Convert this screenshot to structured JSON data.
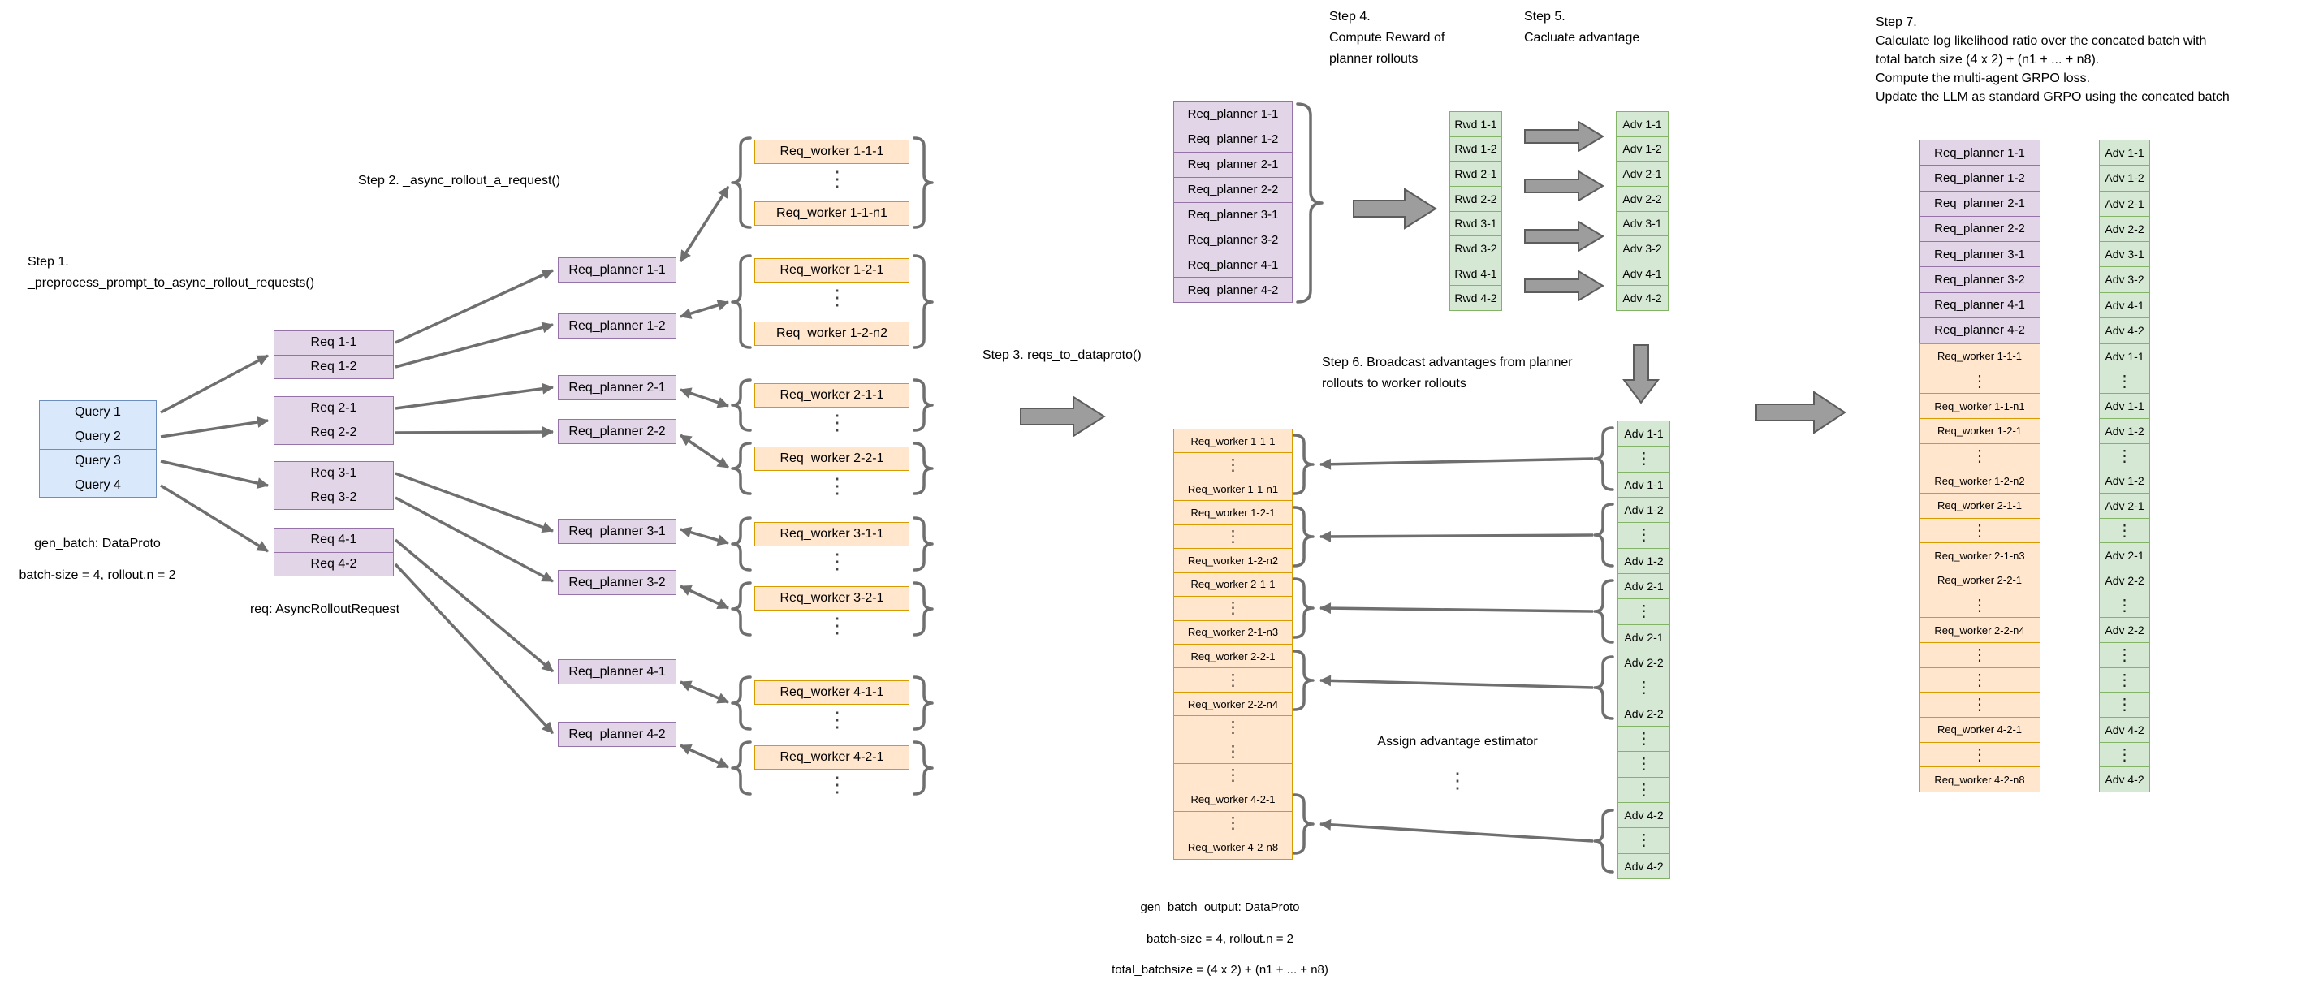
{
  "glyphs": {
    "vdots": "⋮"
  },
  "colors": {
    "query_fill": "#dae8fc",
    "query_stroke": "#6c8ebf",
    "planner_fill": "#e1d5e7",
    "planner_stroke": "#9673a6",
    "worker_fill": "#ffe6cc",
    "worker_stroke": "#d79b00",
    "advantage_fill": "#d5e8d4",
    "advantage_stroke": "#82b366",
    "arrow": "#6f6f6f"
  },
  "left": {
    "step1_lines": [
      "Step 1.",
      "_preprocess_prompt_to_async_rollout_requests()"
    ],
    "step2_label": "Step 2. _async_rollout_a_request()",
    "queries": [
      "Query 1",
      "Query 2",
      "Query 3",
      "Query 4"
    ],
    "gen_batch_label": "gen_batch: DataProto",
    "batch_size_label": "batch-size = 4, rollout.n = 2",
    "req_type_label": "req: AsyncRolloutRequest",
    "req_pairs": [
      [
        "Req 1-1",
        "Req 1-2"
      ],
      [
        "Req 2-1",
        "Req 2-2"
      ],
      [
        "Req 3-1",
        "Req 3-2"
      ],
      [
        "Req 4-1",
        "Req 4-2"
      ]
    ],
    "planners": [
      "Req_planner 1-1",
      "Req_planner 1-2",
      "Req_planner 2-1",
      "Req_planner 2-2",
      "Req_planner 3-1",
      "Req_planner 3-2",
      "Req_planner 4-1",
      "Req_planner 4-2"
    ],
    "worker_groups": [
      {
        "first": "Req_worker 1-1-1",
        "last": "Req_worker 1-1-n1"
      },
      {
        "first": "Req_worker 1-2-1",
        "last": "Req_worker 1-2-n2"
      },
      {
        "first": "Req_worker 2-1-1"
      },
      {
        "first": "Req_worker 2-2-1"
      },
      {
        "first": "Req_worker 3-1-1"
      },
      {
        "first": "Req_worker 3-2-1"
      },
      {
        "first": "Req_worker 4-1-1"
      },
      {
        "first": "Req_worker 4-2-1"
      }
    ]
  },
  "mid": {
    "step3_label": "Step 3. reqs_to_dataproto()",
    "step4_lines": [
      "Step 4.",
      "Compute Reward of",
      "planner rollouts"
    ],
    "step5_lines": [
      "Step 5.",
      "Cacluate advantage"
    ],
    "step6_lines": [
      "Step 6. Broadcast advantages from planner",
      "rollouts to worker rollouts"
    ],
    "planner_rows": [
      "Req_planner 1-1",
      "Req_planner 1-2",
      "Req_planner 2-1",
      "Req_planner 2-2",
      "Req_planner 3-1",
      "Req_planner 3-2",
      "Req_planner 4-1",
      "Req_planner 4-2"
    ],
    "rwd_rows": [
      "Rwd 1-1",
      "Rwd 1-2",
      "Rwd 2-1",
      "Rwd 2-2",
      "Rwd 3-1",
      "Rwd 3-2",
      "Rwd 4-1",
      "Rwd 4-2"
    ],
    "adv_rows": [
      "Adv 1-1",
      "Adv 1-2",
      "Adv 2-1",
      "Adv 2-2",
      "Adv 3-1",
      "Adv 3-2",
      "Adv 4-1",
      "Adv 4-2"
    ],
    "worker_rows": [
      "Req_worker 1-1-1",
      "⋮",
      "Req_worker 1-1-n1",
      "Req_worker 1-2-1",
      "⋮",
      "Req_worker 1-2-n2",
      "Req_worker 2-1-1",
      "⋮",
      "Req_worker 2-1-n3",
      "Req_worker 2-2-1",
      "⋮",
      "Req_worker 2-2-n4",
      "⋮",
      "⋮",
      "⋮",
      "Req_worker 4-2-1",
      "⋮",
      "Req_worker 4-2-n8"
    ],
    "adv_broadcast_rows": [
      "Adv 1-1",
      "⋮",
      "Adv 1-1",
      "Adv 1-2",
      "⋮",
      "Adv 1-2",
      "Adv 2-1",
      "⋮",
      "Adv 2-1",
      "Adv 2-2",
      "⋮",
      "Adv 2-2",
      "⋮",
      "⋮",
      "⋮",
      "Adv 4-2",
      "⋮",
      "Adv 4-2"
    ],
    "assign_label": "Assign advantage estimator",
    "gen_batch_output_label": "gen_batch_output: DataProto",
    "batch_size_label": "batch-size = 4, rollout.n = 2",
    "total_batchsize_label": "total_batchsize = (4 x 2) + (n1 + ... + n8)"
  },
  "right": {
    "step7_lines": [
      "Step 7.",
      "Calculate log likelihood ratio over the concated batch with",
      "total batch size (4 x 2) + (n1 + ... + n8).",
      "Compute the multi-agent GRPO loss.",
      "Update the LLM as standard GRPO using the concated batch"
    ],
    "planner_rows": [
      "Req_planner 1-1",
      "Req_planner 1-2",
      "Req_planner 2-1",
      "Req_planner 2-2",
      "Req_planner 3-1",
      "Req_planner 3-2",
      "Req_planner 4-1",
      "Req_planner 4-2"
    ],
    "worker_rows": [
      "Req_worker 1-1-1",
      "⋮",
      "Req_worker 1-1-n1",
      "Req_worker 1-2-1",
      "⋮",
      "Req_worker 1-2-n2",
      "Req_worker 2-1-1",
      "⋮",
      "Req_worker 2-1-n3",
      "Req_worker 2-2-1",
      "⋮",
      "Req_worker 2-2-n4",
      "⋮",
      "⋮",
      "⋮",
      "Req_worker 4-2-1",
      "⋮",
      "Req_worker 4-2-n8"
    ],
    "adv_top_rows": [
      "Adv 1-1",
      "Adv 1-2",
      "Adv 2-1",
      "Adv 2-2",
      "Adv 3-1",
      "Adv 3-2",
      "Adv 4-1",
      "Adv 4-2"
    ],
    "adv_bottom_rows": [
      "Adv 1-1",
      "⋮",
      "Adv 1-1",
      "Adv 1-2",
      "⋮",
      "Adv 1-2",
      "Adv 2-1",
      "⋮",
      "Adv 2-1",
      "Adv 2-2",
      "⋮",
      "Adv 2-2",
      "⋮",
      "⋮",
      "⋮",
      "Adv 4-2",
      "⋮",
      "Adv 4-2"
    ]
  }
}
